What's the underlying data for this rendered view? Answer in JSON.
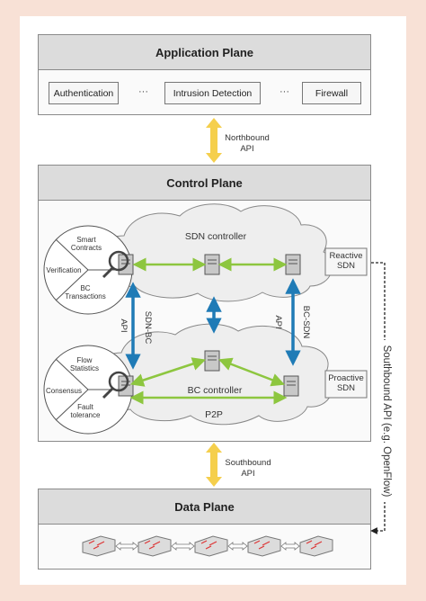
{
  "application_plane": {
    "title": "Application Plane",
    "items": [
      "Authentication",
      "Intrusion Detection",
      "Firewall"
    ],
    "ellipsis": "···"
  },
  "northbound": "Northbound\nAPI",
  "control_plane": {
    "title": "Control Plane",
    "sdn_controller": "SDN controller",
    "bc_controller": "BC controller",
    "p2p": "P2P",
    "reactive": "Reactive\nSDN",
    "proactive": "Proactive\nSDN",
    "api_left": "API",
    "sdn_bc": "SDN-BC",
    "api_right": "API",
    "bc_sdn": "BC-SDN",
    "top_circle": {
      "top": "Smart\nContracts",
      "left": "Verification",
      "bottom": "BC\nTransactions"
    },
    "bottom_circle": {
      "top": "Flow\nStatistics",
      "left": "Consensus",
      "bottom": "Fault\ntolerance"
    }
  },
  "southbound": "Southbound\nAPI",
  "southbound_side": "Southbound API (e.g. OpenFlow)",
  "data_plane": {
    "title": "Data Plane"
  },
  "colors": {
    "green": "#8dc63f",
    "blue": "#1f7bb6",
    "yellow": "#f5cf4c",
    "background": "#f8e1d6"
  }
}
